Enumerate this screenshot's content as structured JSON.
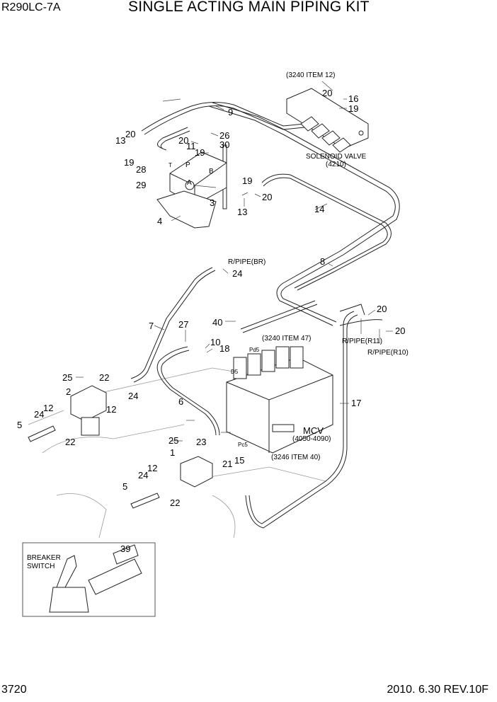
{
  "header": {
    "model": "R290LC-7A",
    "title": "SINGLE ACTING MAIN PIPING KIT"
  },
  "footer": {
    "page_number": "3720",
    "revision": "2010. 6.30  REV.10F"
  },
  "callouts": [
    {
      "id": "c-20-sol",
      "label": "20"
    },
    {
      "id": "c-16",
      "label": "16"
    },
    {
      "id": "c-19-sol",
      "label": "19"
    },
    {
      "id": "c-9",
      "label": "9"
    },
    {
      "id": "c-20-a",
      "label": "20"
    },
    {
      "id": "c-13-a",
      "label": "13"
    },
    {
      "id": "c-19-a",
      "label": "19"
    },
    {
      "id": "c-20-b",
      "label": "20"
    },
    {
      "id": "c-11",
      "label": "11"
    },
    {
      "id": "c-19-b",
      "label": "19"
    },
    {
      "id": "c-26",
      "label": "26"
    },
    {
      "id": "c-30",
      "label": "30"
    },
    {
      "id": "c-28",
      "label": "28"
    },
    {
      "id": "c-29",
      "label": "29"
    },
    {
      "id": "c-3",
      "label": "3"
    },
    {
      "id": "c-4",
      "label": "4"
    },
    {
      "id": "c-19-c",
      "label": "19"
    },
    {
      "id": "c-20-c",
      "label": "20"
    },
    {
      "id": "c-13-b",
      "label": "13"
    },
    {
      "id": "c-14",
      "label": "14"
    },
    {
      "id": "c-8",
      "label": "8"
    },
    {
      "id": "c-24-a",
      "label": "24"
    },
    {
      "id": "c-7",
      "label": "7"
    },
    {
      "id": "c-40",
      "label": "40"
    },
    {
      "id": "c-27",
      "label": "27"
    },
    {
      "id": "c-10",
      "label": "10"
    },
    {
      "id": "c-18",
      "label": "18"
    },
    {
      "id": "c-20-r11",
      "label": "20"
    },
    {
      "id": "c-20-r10",
      "label": "20"
    },
    {
      "id": "c-25-a",
      "label": "25"
    },
    {
      "id": "c-22-a",
      "label": "22"
    },
    {
      "id": "c-2",
      "label": "2"
    },
    {
      "id": "c-24-b",
      "label": "24"
    },
    {
      "id": "c-12-a",
      "label": "12"
    },
    {
      "id": "c-24-c",
      "label": "24"
    },
    {
      "id": "c-12-b",
      "label": "12"
    },
    {
      "id": "c-5-a",
      "label": "5"
    },
    {
      "id": "c-22-b",
      "label": "22"
    },
    {
      "id": "c-6",
      "label": "6"
    },
    {
      "id": "c-17",
      "label": "17"
    },
    {
      "id": "c-25-b",
      "label": "25"
    },
    {
      "id": "c-23",
      "label": "23"
    },
    {
      "id": "c-1",
      "label": "1"
    },
    {
      "id": "c-15",
      "label": "15"
    },
    {
      "id": "c-21",
      "label": "21"
    },
    {
      "id": "c-12-c",
      "label": "12"
    },
    {
      "id": "c-24-d",
      "label": "24"
    },
    {
      "id": "c-5-b",
      "label": "5"
    },
    {
      "id": "c-22-c",
      "label": "22"
    },
    {
      "id": "c-39",
      "label": "39"
    }
  ],
  "notes": {
    "item12_ref": "(3240 ITEM 12)",
    "solenoid_valve": "SOLENOID VALVE",
    "solenoid_code": "(4210)",
    "rpipe_br": "R/PIPE(BR)",
    "item47_ref": "(3240 ITEM 47)",
    "pd5": "Pd5",
    "d5": "D5",
    "rpipe_r11": "R/PIPE(R11)",
    "rpipe_r10": "R/PIPE(R10)",
    "mcv": "MCV",
    "mcv_code": "(4050-4090)",
    "pc5": "Pc5",
    "item40_ref": "(3246 ITEM 40)",
    "breaker_switch_1": "BREAKER",
    "breaker_switch_2": "SWITCH",
    "port_t": "T",
    "port_p": "P",
    "port_a": "A",
    "port_b": "B"
  }
}
